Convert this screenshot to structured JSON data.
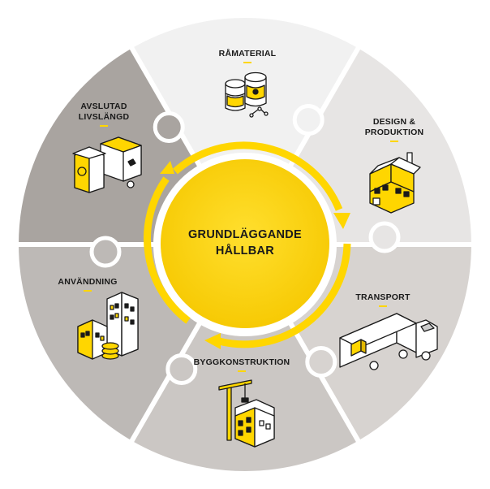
{
  "center": {
    "line1": "GRUNDLÄGGANDE",
    "line2": "HÅLLBAR"
  },
  "segments": [
    {
      "id": "ramaterial",
      "lines": [
        "RÅMATERIAL"
      ],
      "color": "#f1f1f1",
      "icon": "oil-barrels-icon"
    },
    {
      "id": "design-produktion",
      "lines": [
        "DESIGN &",
        "PRODUKTION"
      ],
      "color": "#e7e5e4",
      "icon": "factory-icon"
    },
    {
      "id": "transport",
      "lines": [
        "TRANSPORT"
      ],
      "color": "#d7d3d0",
      "icon": "truck-icon"
    },
    {
      "id": "byggkonstruktion",
      "lines": [
        "BYGGKONSTRUKTION"
      ],
      "color": "#cbc7c4",
      "icon": "construction-crane-icon"
    },
    {
      "id": "anvandning",
      "lines": [
        "ANVÄNDNING"
      ],
      "color": "#bdb9b6",
      "icon": "city-buildings-icon"
    },
    {
      "id": "avslutad-livslangd",
      "lines": [
        "AVSLUTAD",
        "LIVSLÄNGD"
      ],
      "color": "#a9a4a0",
      "icon": "recycling-bins-icon"
    }
  ],
  "colors": {
    "accent": "#ffd600",
    "accent_dark": "#e3b800",
    "divider": "#ffffff",
    "text": "#1a1a1a"
  }
}
